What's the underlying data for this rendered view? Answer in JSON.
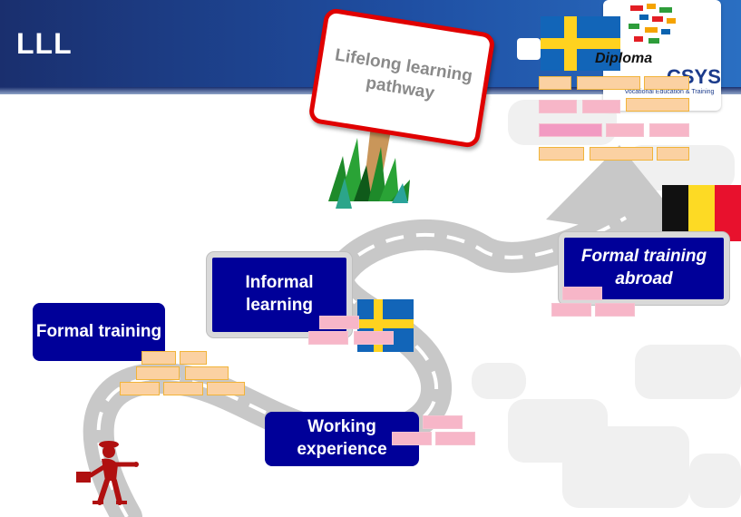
{
  "header": {
    "title": "LLL"
  },
  "sign": {
    "text": "Lifelong learning pathway"
  },
  "diploma": {
    "label": "Diploma",
    "subtitle": "Vocational Education & Training"
  },
  "stages": {
    "formal_training": "Formal training",
    "informal_learning": "Informal learning",
    "working_experience": "Working experience",
    "formal_training_abroad": "Formal training abroad"
  },
  "colors": {
    "box": "#000099",
    "road": "#c8c8c8",
    "sign_border": "#e00000",
    "badge": "#fbd1a2",
    "tag": "#f7b6c8",
    "traveler": "#b01010"
  }
}
